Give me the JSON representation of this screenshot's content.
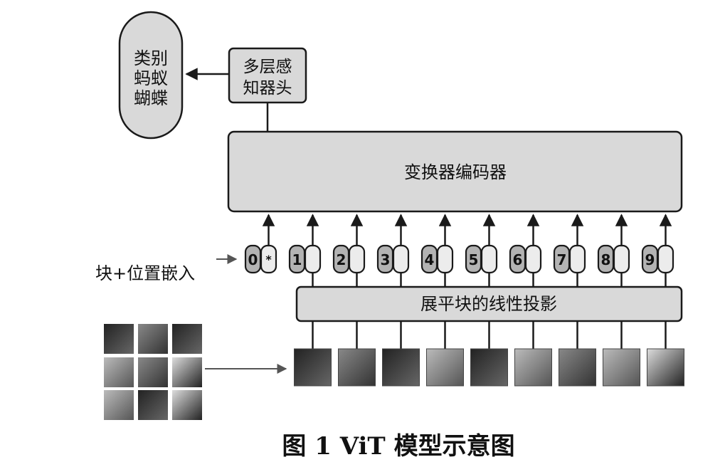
{
  "labels": {
    "classes": [
      "类别",
      "蚂蚁",
      "蝴蝶"
    ],
    "mlp_head": [
      "多层感",
      "知器头"
    ],
    "encoder": "变换器编码器",
    "embedding": "块+位置嵌入",
    "projection": "展平块的线性投影",
    "caption": "图 1    ViT 模型示意图"
  },
  "tokens": [
    {
      "num": "0",
      "extra": "*"
    },
    {
      "num": "1",
      "extra": ""
    },
    {
      "num": "2",
      "extra": ""
    },
    {
      "num": "3",
      "extra": ""
    },
    {
      "num": "4",
      "extra": ""
    },
    {
      "num": "5",
      "extra": ""
    },
    {
      "num": "6",
      "extra": ""
    },
    {
      "num": "7",
      "extra": ""
    },
    {
      "num": "8",
      "extra": ""
    },
    {
      "num": "9",
      "extra": ""
    }
  ],
  "colors": {
    "box_fill": "#d9d9d9",
    "stroke": "#1a1a1a"
  }
}
